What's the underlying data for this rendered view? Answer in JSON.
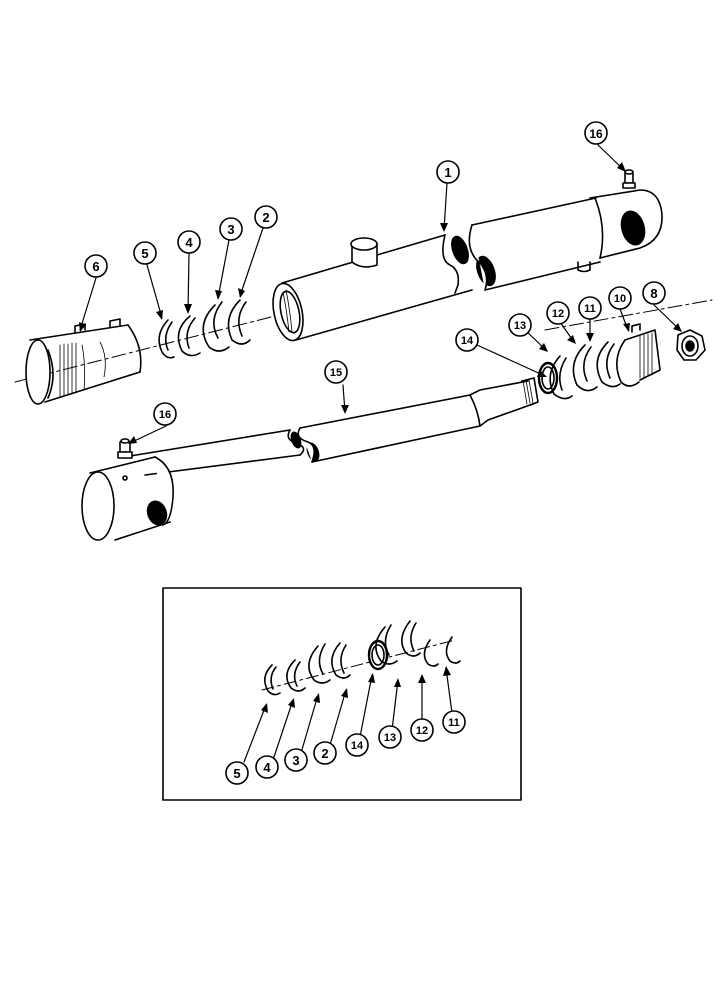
{
  "diagram": {
    "callouts": {
      "c1": "1",
      "c2": "2",
      "c3": "3",
      "c4": "4",
      "c5": "5",
      "c6": "6",
      "c8": "8",
      "c10": "10",
      "c11": "11",
      "c12": "12",
      "c13": "13",
      "c14": "14",
      "c15": "15",
      "c16a": "16",
      "c16b": "16"
    },
    "inset_callouts": {
      "i5": "5",
      "i4": "4",
      "i3": "3",
      "i2": "2",
      "i14": "14",
      "i13": "13",
      "i12": "12",
      "i11": "11"
    }
  },
  "colors": {
    "ink": "#000000",
    "paper": "#ffffff"
  }
}
